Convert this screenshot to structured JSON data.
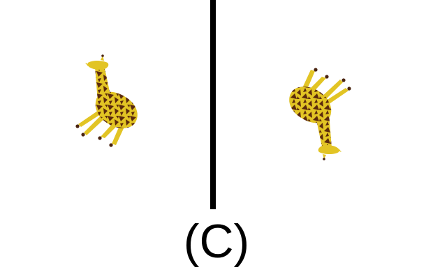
{
  "caption": "(C)",
  "colors": {
    "background": "#ffffff",
    "divider": "#000000",
    "giraffe_yellow": "#e2c424",
    "giraffe_brown": "#5b2a0c",
    "hoof": "#4a2410"
  },
  "figures": [
    {
      "name": "giraffe",
      "orientation": "upright-tilted"
    },
    {
      "name": "giraffe",
      "orientation": "inverted"
    }
  ]
}
